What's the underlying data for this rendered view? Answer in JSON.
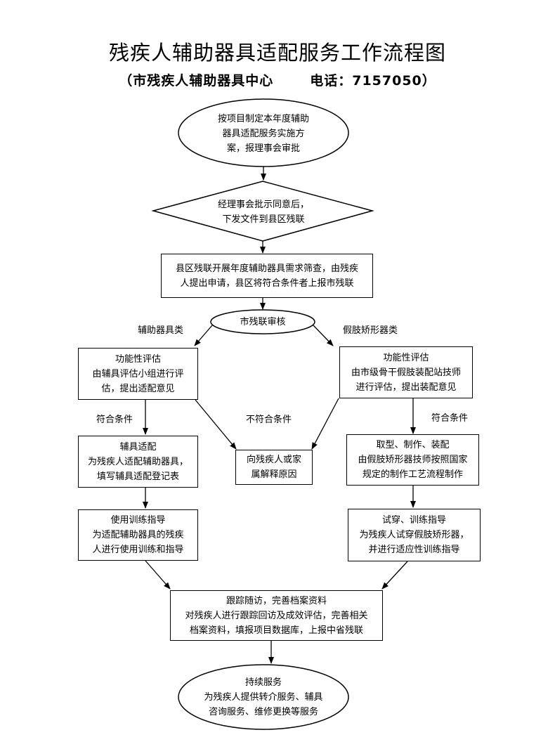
{
  "title": "残疾人辅助器具适配服务工作流程图",
  "subtitle": {
    "center": "（市残疾人辅助器具中心",
    "phone": "电话：7157050）"
  },
  "nodes": {
    "start": [
      "按项目制定本年度辅助",
      "器具适配服务实施方",
      "案，报理事会审批"
    ],
    "approve": [
      "经理事会批示同意后，",
      "下发文件到县区残联"
    ],
    "county": [
      "县区残联开展年度辅助器具需求筛查，由残疾",
      "人提出申请，县区将符合条件者上报市残联"
    ],
    "review": [
      "市残联审核"
    ],
    "left_eval": [
      "功能性评估",
      "由辅具评估小组进行评",
      "估，提出适配意见"
    ],
    "right_eval": [
      "功能性评估",
      "由市级骨干假肢装配站技师",
      "进行评估，提出装配意见"
    ],
    "left_fit": [
      "辅具适配",
      "为残疾人适配辅助器具，",
      "填写辅具适配登记表"
    ],
    "reject": [
      "向残疾人或家",
      "属解释原因"
    ],
    "right_fit": [
      "取型、制作、装配",
      "由假肢矫形器技师按照国家",
      "规定的制作工艺流程制作"
    ],
    "left_train": [
      "使用训练指导",
      "为适配辅助器具的残疾",
      "人进行使用训练和指导"
    ],
    "right_train": [
      "试穿、训练指导",
      "为残疾人试穿假肢矫形器，",
      "并进行适应性训练指导"
    ],
    "follow": [
      "跟踪随访，完善档案资料",
      "对残疾人进行跟踪回访及成效评估，完善相关",
      "档案资料，填报项目数据库，上报中省残联"
    ],
    "continue": [
      "持续服务",
      "为残疾人提供转介服务、辅具",
      "咨询服务、维修更换等服务"
    ]
  },
  "labels": {
    "left_branch": "辅助器具类",
    "right_branch": "假肢矫形器类",
    "left_ok": "符合条件",
    "not_ok": "不符合条件",
    "right_ok": "符合条件"
  }
}
